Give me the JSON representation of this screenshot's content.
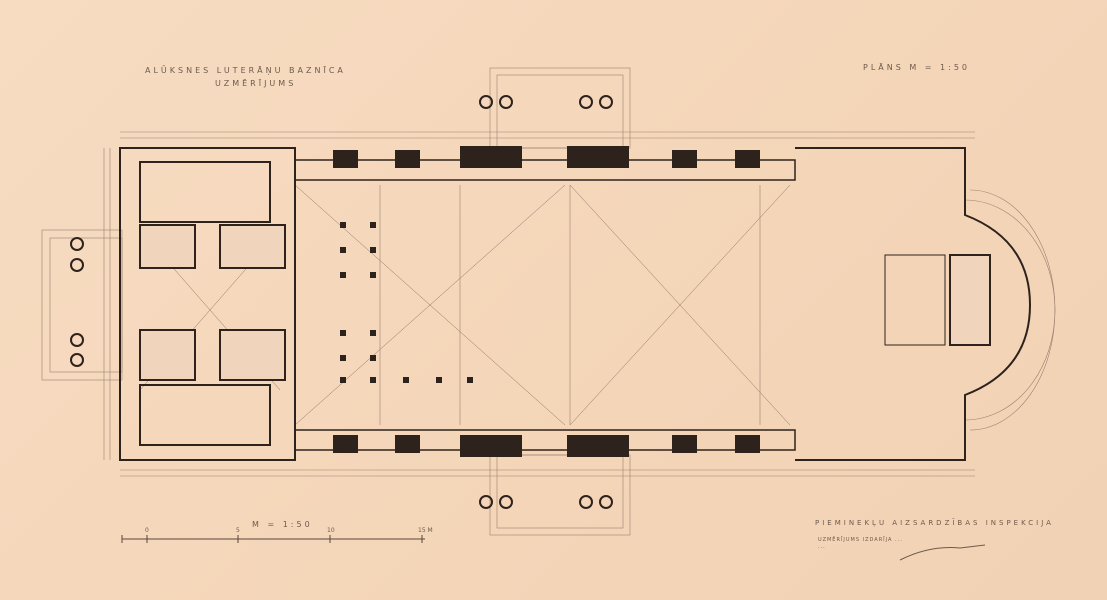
{
  "title": {
    "line1": "ALŪKSNES LUTERĀŅU BAZNĪCA",
    "line2": "UZMĒRĪJUMS"
  },
  "plan_label": "PLĀNS  M = 1:50",
  "scale_bar": {
    "label": "M = 1:50",
    "ticks": [
      "0",
      "5",
      "10",
      "15 M"
    ]
  },
  "authority": {
    "name": "PIEMINEKĻU AIZSARDZĪBAS INSPEKCIJA",
    "note_line1": "UZMĒRĪJUMS IZDARĪJA ... ",
    "note_line2": "..."
  },
  "colors": {
    "paper": "#f5d8bd",
    "ink": "#3a2c24",
    "thin": "#8a7060"
  }
}
